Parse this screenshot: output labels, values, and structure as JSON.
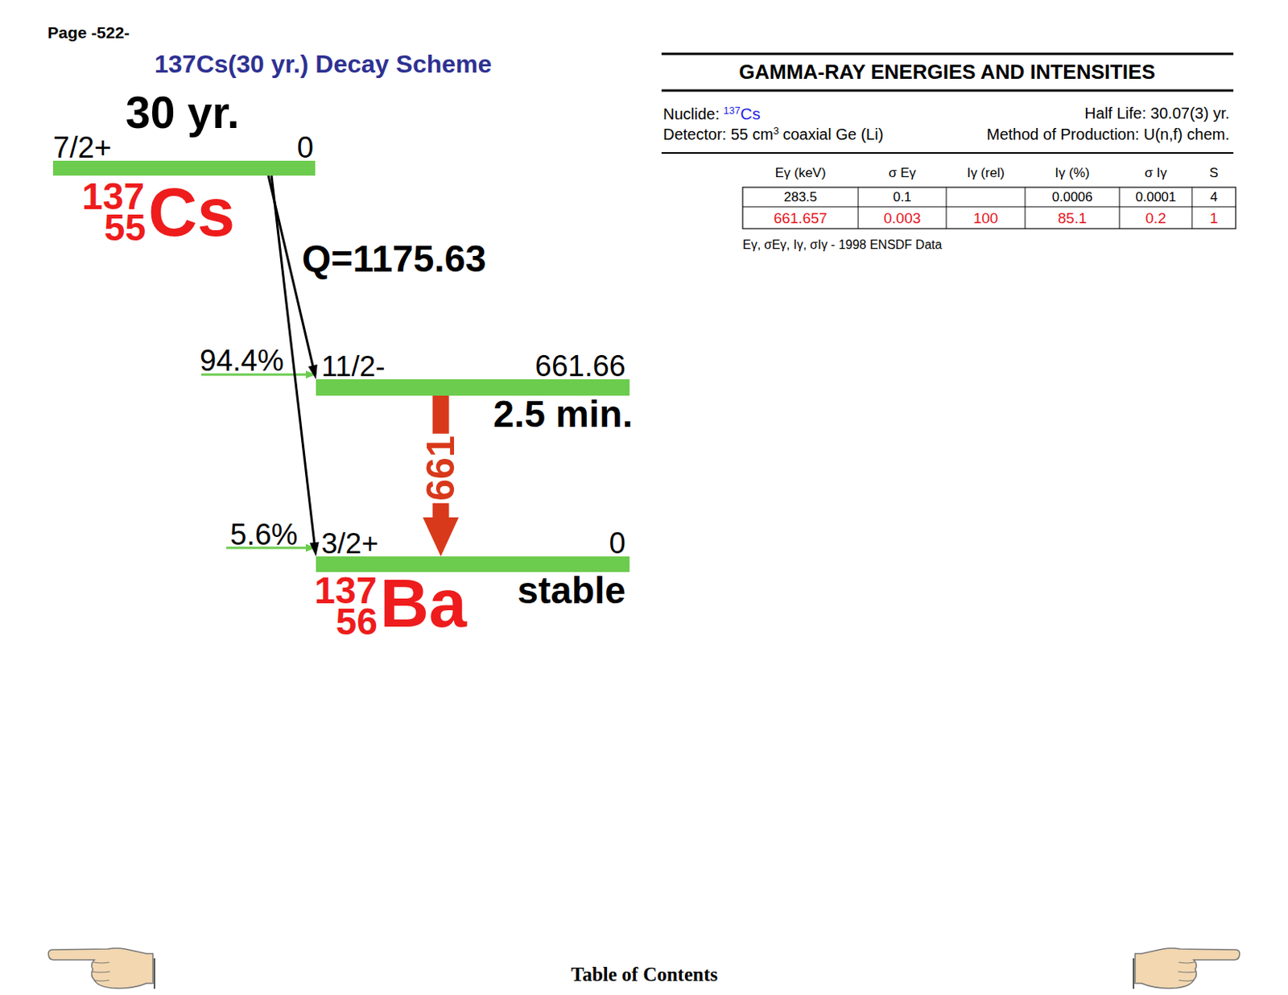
{
  "diagram": {
    "title": "137Cs(30 yr.) Decay Scheme",
    "nodes": [
      {
        "text": [
          "30 yr.",
          "7/2+",
          "0"
        ]
      },
      {
        "text": [
          "11/2-",
          "661.66",
          "2.5 min."
        ]
      },
      {
        "text": [
          "3/2+",
          "0",
          "stable"
        ]
      }
    ],
    "edges": [
      {
        "from": 0,
        "to": 1,
        "arrow": "to"
      },
      {
        "from": 0,
        "to": 2,
        "arrow": "to"
      },
      {
        "from": 1,
        "to": 2,
        "label": "661",
        "arrow": "to"
      }
    ],
    "labels": [
      "Page -522-",
      "137",
      "55",
      "Cs",
      "Q=1175.63",
      "94.4%",
      "5.6%",
      "137",
      "56",
      "Ba",
      "GAMMA-RAY ENERGIES AND INTENSITIES",
      "Nuclide:",
      "137",
      "Cs",
      "Half Life: 30.07(3) yr.",
      "Detector: 55 cm",
      "3",
      "coaxial Ge (Li)",
      "Method of Production: U(n,f) chem.",
      "Eγ (keV)",
      "σ Eγ",
      "Iγ (rel)",
      "Iγ (%)",
      "σ Iγ",
      "S",
      "283.5",
      "0.1",
      "0.0006",
      "0.0001",
      "4",
      "661.657",
      "0.003",
      "100",
      "85.1",
      "0.2",
      "1",
      "Eγ, σEγ, Iγ, σIγ - 1998 ENSDF Data",
      "Table of Contents"
    ]
  }
}
